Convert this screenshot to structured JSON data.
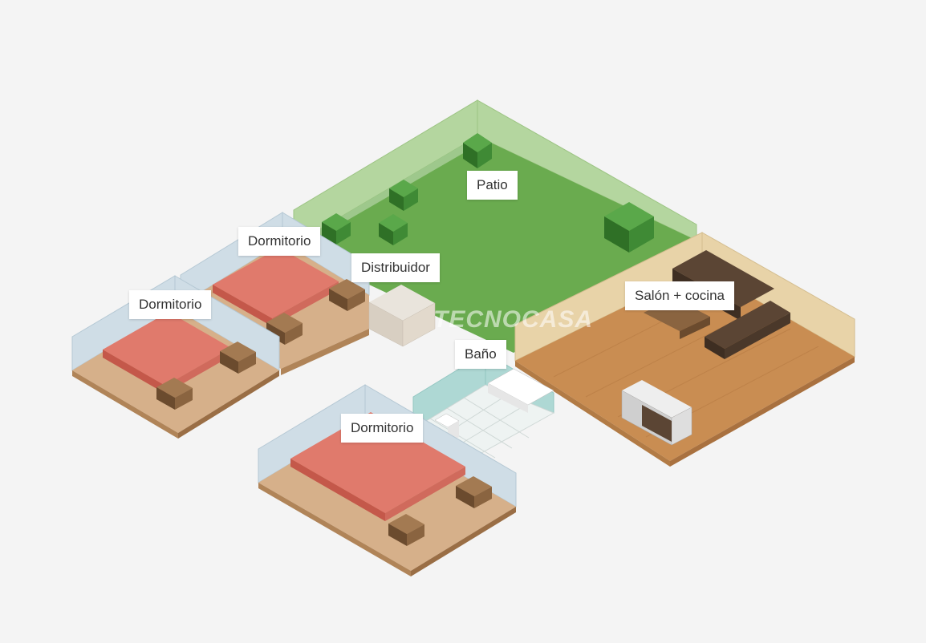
{
  "rooms": {
    "patio": "Patio",
    "dormitorio_top": "Dormitorio",
    "distribuidor": "Distribuidor",
    "dormitorio_left": "Dormitorio",
    "salon": "Salón + cocina",
    "bano": "Baño",
    "dormitorio_bottom": "Dormitorio"
  },
  "watermark": "TECNOCASA",
  "colors": {
    "background": "#f4f4f4",
    "grass": "#6aab4f",
    "grass_wall": "#b4d69f",
    "bush": "#3f8a35",
    "bed": "#e07a6c",
    "floor_room": "#d6b08a",
    "floor_base": "#c48a55",
    "wood_floor": "#c98d52",
    "wall_blue": "#cfdde6",
    "wall_beige": "#e8d3a8",
    "bath_wall": "#aed8d4",
    "furniture_dark": "#5b4534",
    "nightstand": "#8a6440"
  }
}
